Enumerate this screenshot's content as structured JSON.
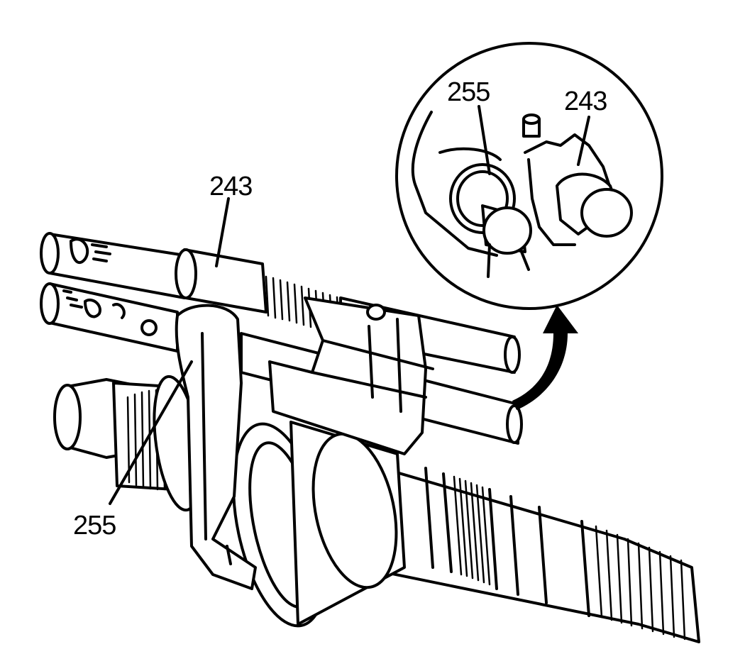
{
  "callouts": {
    "main_upper_rail": "243",
    "main_lower_rail": "255",
    "detail_left": "255",
    "detail_right": "243"
  },
  "colors": {
    "ink": "#000000",
    "background": "#ffffff"
  },
  "icons": {
    "rotate_arrow": "curved-arrow-icon"
  }
}
